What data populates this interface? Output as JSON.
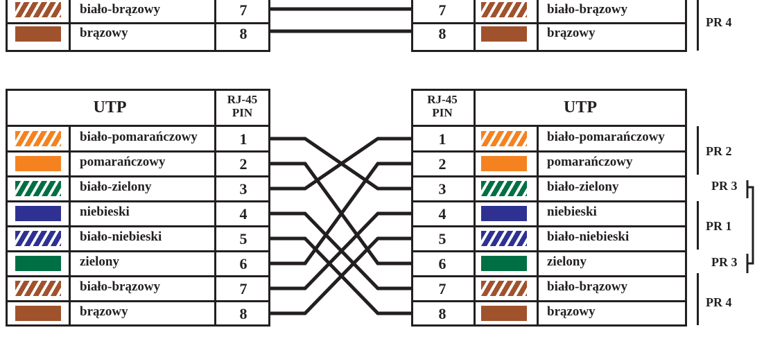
{
  "header": {
    "utp": "UTP",
    "rj45": "RJ-45",
    "pin": "PIN"
  },
  "colors": {
    "bialo_pomaranczowy": "#f58220",
    "pomaranczowy": "#f58220",
    "bialo_zielony": "#006f44",
    "niebieski": "#2e3192",
    "bialo_niebieski": "#2e3192",
    "zielony": "#006f44",
    "bialo_brazowy": "#a0522d",
    "brazowy": "#a0522d"
  },
  "top_rows": [
    {
      "label": "biało-brązowy",
      "pin": "7",
      "striped": true,
      "color": "#a0522d"
    },
    {
      "label": "brązowy",
      "pin": "8",
      "striped": false,
      "color": "#a0522d"
    }
  ],
  "top_pr": "PR 4",
  "left_rows": [
    {
      "label": "biało-pomarańczowy",
      "pin": "1",
      "striped": true,
      "color": "#f58220"
    },
    {
      "label": "pomarańczowy",
      "pin": "2",
      "striped": false,
      "color": "#f58220"
    },
    {
      "label": "biało-zielony",
      "pin": "3",
      "striped": true,
      "color": "#006f44"
    },
    {
      "label": "niebieski",
      "pin": "4",
      "striped": false,
      "color": "#2e3192"
    },
    {
      "label": "biało-niebieski",
      "pin": "5",
      "striped": true,
      "color": "#2e3192"
    },
    {
      "label": "zielony",
      "pin": "6",
      "striped": false,
      "color": "#006f44"
    },
    {
      "label": "biało-brązowy",
      "pin": "7",
      "striped": true,
      "color": "#a0522d"
    },
    {
      "label": "brązowy",
      "pin": "8",
      "striped": false,
      "color": "#a0522d"
    }
  ],
  "right_rows": [
    {
      "label": "biało-pomarańczowy",
      "pin": "1",
      "striped": true,
      "color": "#f58220"
    },
    {
      "label": "pomarańczowy",
      "pin": "2",
      "striped": false,
      "color": "#f58220"
    },
    {
      "label": "biało-zielony",
      "pin": "3",
      "striped": true,
      "color": "#006f44"
    },
    {
      "label": "niebieski",
      "pin": "4",
      "striped": false,
      "color": "#2e3192"
    },
    {
      "label": "biało-niebieski",
      "pin": "5",
      "striped": true,
      "color": "#2e3192"
    },
    {
      "label": "zielony",
      "pin": "6",
      "striped": false,
      "color": "#006f44"
    },
    {
      "label": "biało-brązowy",
      "pin": "7",
      "striped": true,
      "color": "#a0522d"
    },
    {
      "label": "brązowy",
      "pin": "8",
      "striped": false,
      "color": "#a0522d"
    }
  ],
  "pairs": {
    "pr2": "PR 2",
    "pr3a": "PR 3",
    "pr1": "PR 1",
    "pr3b": "PR 3",
    "pr4": "PR 4"
  },
  "crossover": [
    [
      1,
      3
    ],
    [
      2,
      6
    ],
    [
      3,
      1
    ],
    [
      4,
      7
    ],
    [
      5,
      8
    ],
    [
      6,
      2
    ],
    [
      7,
      4
    ],
    [
      8,
      5
    ]
  ],
  "top_straight": [
    [
      7,
      7
    ],
    [
      8,
      8
    ]
  ]
}
